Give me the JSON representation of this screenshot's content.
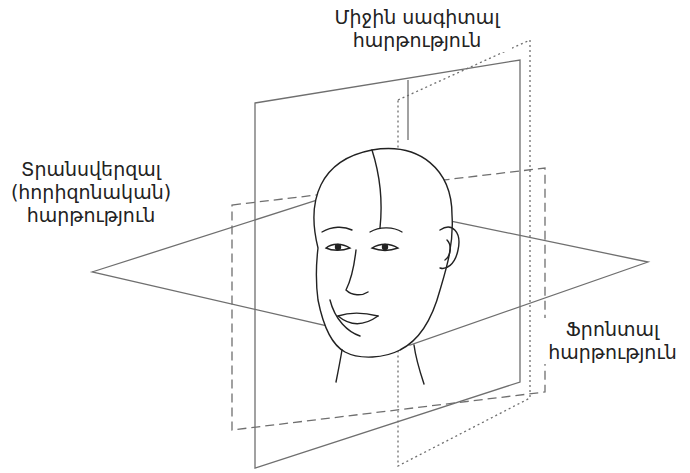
{
  "diagram": {
    "labels": [
      "Միջին սագիտալ հարթություն",
      "Տրանսվերզալ (հորիզոնական) հարթություն",
      "Ֆրոնտալ հարթություն"
    ]
  }
}
